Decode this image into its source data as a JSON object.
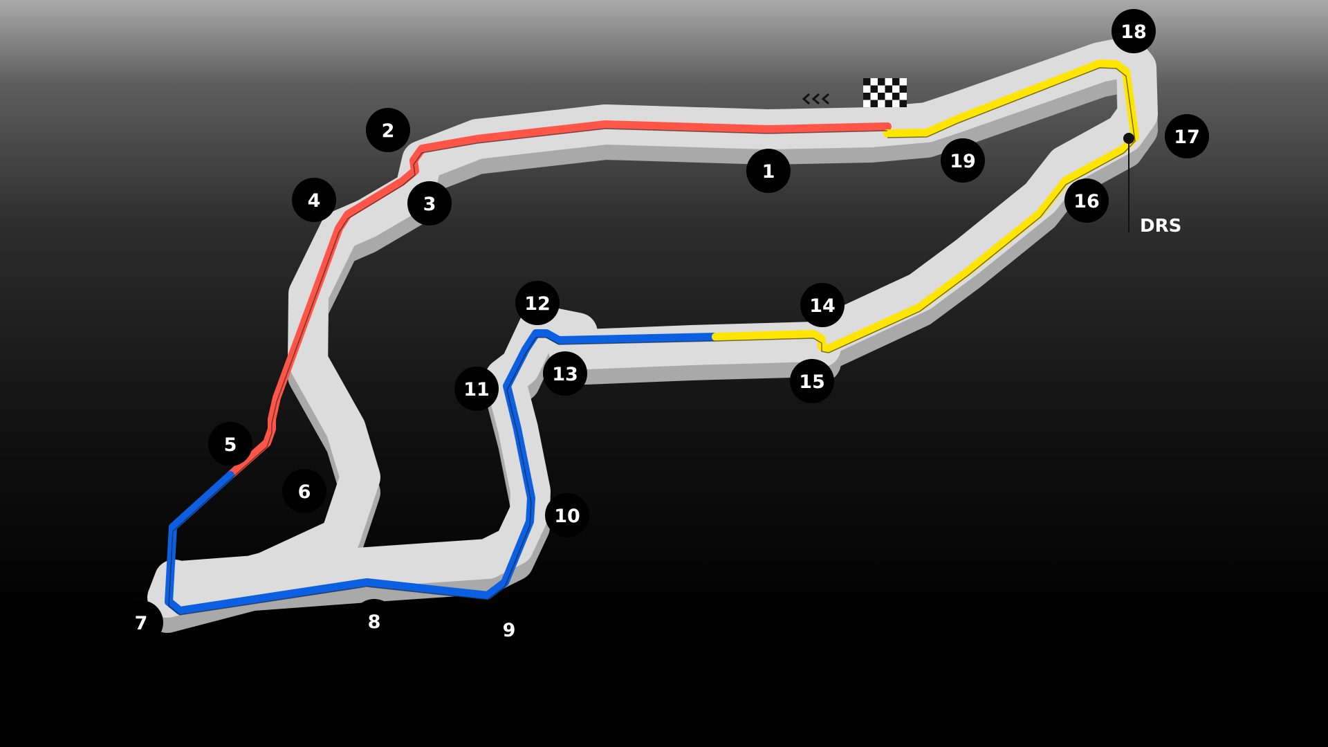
{
  "map": {
    "sector_colors": {
      "sector_1": "#ff5448",
      "sector_2": "#0b5fe0",
      "sector_3": "#ffe500"
    },
    "track_color": "#1a1a1a",
    "kerb_color": "#dcdcdc",
    "kerb_shadow_color": "#a9a9a9",
    "turns": [
      "1",
      "2",
      "3",
      "4",
      "5",
      "6",
      "7",
      "8",
      "9",
      "10",
      "11",
      "12",
      "13",
      "14",
      "15",
      "16",
      "17",
      "18",
      "19"
    ],
    "drs_zone": {
      "label": "DRS"
    },
    "start_finish": {
      "flag_icon": "checkered-flag-icon",
      "direction_icon": "direction-chevrons-icon"
    }
  }
}
